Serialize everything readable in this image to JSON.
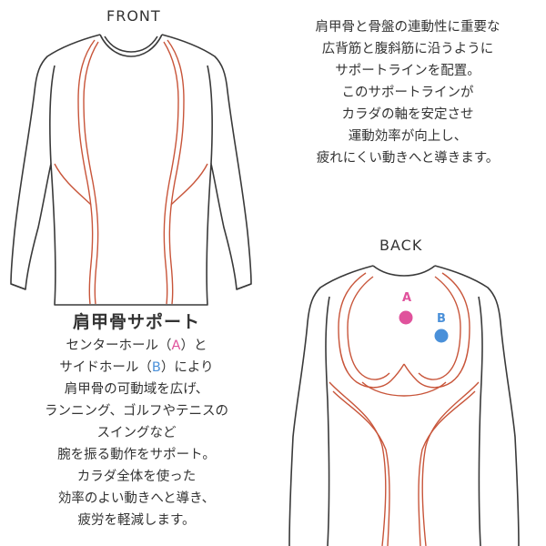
{
  "front_label": "FRONT",
  "back_label": "BACK",
  "intro_lines": [
    "肩甲骨と骨盤の連動性に重要な",
    "広背筋と腹斜筋に沿うように",
    "サポートラインを配置。",
    "このサポートラインが",
    "カラダの軸を安定させ",
    "運動効率が向上し、",
    "疲れにくい動きへと導きます。"
  ],
  "support": {
    "title": "肩甲骨サポート",
    "line1_pre": "センターホール（",
    "line1_mark": "A",
    "line1_post": "）と",
    "line2_pre": "サイドホール（",
    "line2_mark": "B",
    "line2_post": "）により",
    "rest": [
      "肩甲骨の可動域を広げ、",
      "ランニング、ゴルフやテニスの",
      "スイングなど",
      "腕を振る動作をサポート。",
      "カラダ全体を使った",
      "効率のよい動きへと導き、",
      "疲労を軽減します。"
    ]
  },
  "markers": {
    "a_label": "A",
    "b_label": "B"
  },
  "colors": {
    "outline": "#3a3a3a",
    "support_line": "#c8553a",
    "marker_a": "#e0529c",
    "marker_b": "#4a90d9"
  }
}
